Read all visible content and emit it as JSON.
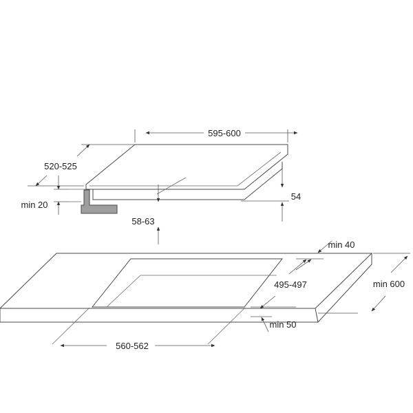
{
  "dimensions": {
    "hob_width": "595-600",
    "hob_depth": "520-525",
    "hob_height": "54",
    "min_worktop_thickness": "min 20",
    "cutout_depth_below": "58-63",
    "min_back_clearance": "min 40",
    "cutout_depth": "495-497",
    "min_worktop_depth": "min 600",
    "min_front_clearance": "min 50",
    "cutout_width": "560-562"
  }
}
